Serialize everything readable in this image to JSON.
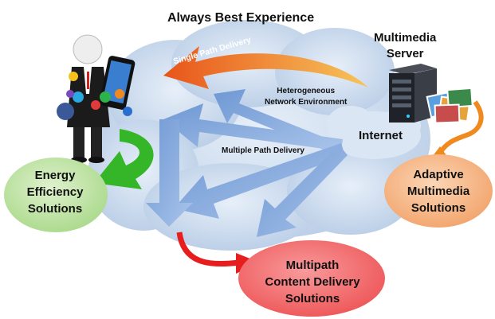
{
  "title": "Always Best Experience",
  "server": {
    "line1": "Multimedia",
    "line2": "Server"
  },
  "network": {
    "line1": "Heterogeneous",
    "line2": "Network Environment"
  },
  "internet_label": "Internet",
  "single_path_label": "Single Path Delivery",
  "multiple_path_label": "Multiple Path  Delivery",
  "solutions": {
    "energy": {
      "line1": "Energy",
      "line2": "Efficiency",
      "line3": "Solutions",
      "color": "#bfe3a4"
    },
    "adaptive": {
      "line1": "Adaptive",
      "line2": "Multimedia",
      "line3": "Solutions",
      "color": "#f6b98a"
    },
    "multipath": {
      "line1": "Multipath",
      "line2": "Content Delivery",
      "line3": "Solutions",
      "color": "#f36e70"
    }
  },
  "colors": {
    "cloud": "#cfdff2",
    "blue_arrow": "#7ea6dc",
    "orange_arrow": "#f08a1f",
    "green_arrow": "#35b528",
    "red_arrow": "#e61e1e"
  },
  "icons": [
    "person-with-phone-icon",
    "facebook-icon",
    "twitter-icon",
    "server-icon",
    "photo-stack-icon"
  ]
}
